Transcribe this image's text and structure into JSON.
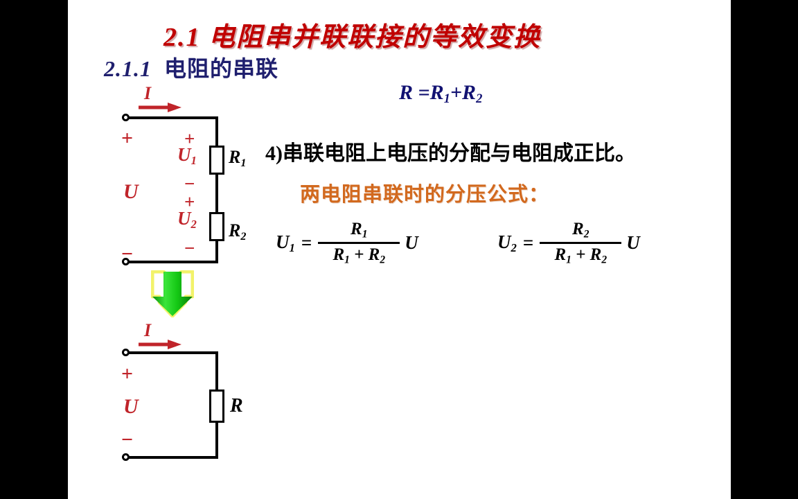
{
  "slide": {
    "title": "2.1  电阻串并联联接的等效变换",
    "subtitle_number": "2.1.1",
    "subtitle_text": "电阻的串联",
    "colors": {
      "title_red": "#C00000",
      "subtitle_navy": "#1F1F6E",
      "equation_navy": "#121272",
      "orange": "#D2691E",
      "circuit_red": "#C0242A",
      "green_arrow": "#19C419",
      "background": "#FFFFFF",
      "letterbox": "#000000"
    }
  },
  "right_column": {
    "total_resistance_eq": {
      "lhs": "R",
      "eq": "=",
      "r1": "R",
      "r1_sub": "1",
      "plus": "+",
      "r2": "R",
      "r2_sub": "2"
    },
    "statement": "4)串联电阻上电压的分配与电阻成正比。",
    "orange_heading": "两电阻串联时的分压公式：",
    "formulas": [
      {
        "name": "voltage-divider-u1",
        "lhs": "U",
        "lhs_sub": "1",
        "eq": "=",
        "numerator": "R",
        "numerator_sub": "1",
        "denominator_left": "R",
        "denominator_left_sub": "1",
        "denominator_op": "+",
        "denominator_right": "R",
        "denominator_right_sub": "2",
        "multiplier": "U"
      },
      {
        "name": "voltage-divider-u2",
        "lhs": "U",
        "lhs_sub": "2",
        "eq": "=",
        "numerator": "R",
        "numerator_sub": "2",
        "denominator_left": "R",
        "denominator_left_sub": "1",
        "denominator_op": "+",
        "denominator_right": "R",
        "denominator_right_sub": "2",
        "multiplier": "U"
      }
    ]
  },
  "circuit_series": {
    "name": "series-resistor-circuit",
    "current_label": "I",
    "source_voltage_label": "U",
    "terminal_plus": "+",
    "terminal_minus": "−",
    "elements": [
      {
        "label": "U",
        "sub": "1",
        "polarity_top": "+",
        "polarity_bottom": "−",
        "resistor": "R",
        "resistor_sub": "1"
      },
      {
        "label": "U",
        "sub": "2",
        "polarity_top": "+",
        "polarity_bottom": "−",
        "resistor": "R",
        "resistor_sub": "2"
      }
    ]
  },
  "transform_arrow": {
    "name": "equivalence-arrow",
    "direction": "down"
  },
  "circuit_equivalent": {
    "name": "equivalent-resistor-circuit",
    "current_label": "I",
    "source_voltage_label": "U",
    "terminal_plus": "+",
    "terminal_minus": "−",
    "resistor_label": "R"
  }
}
